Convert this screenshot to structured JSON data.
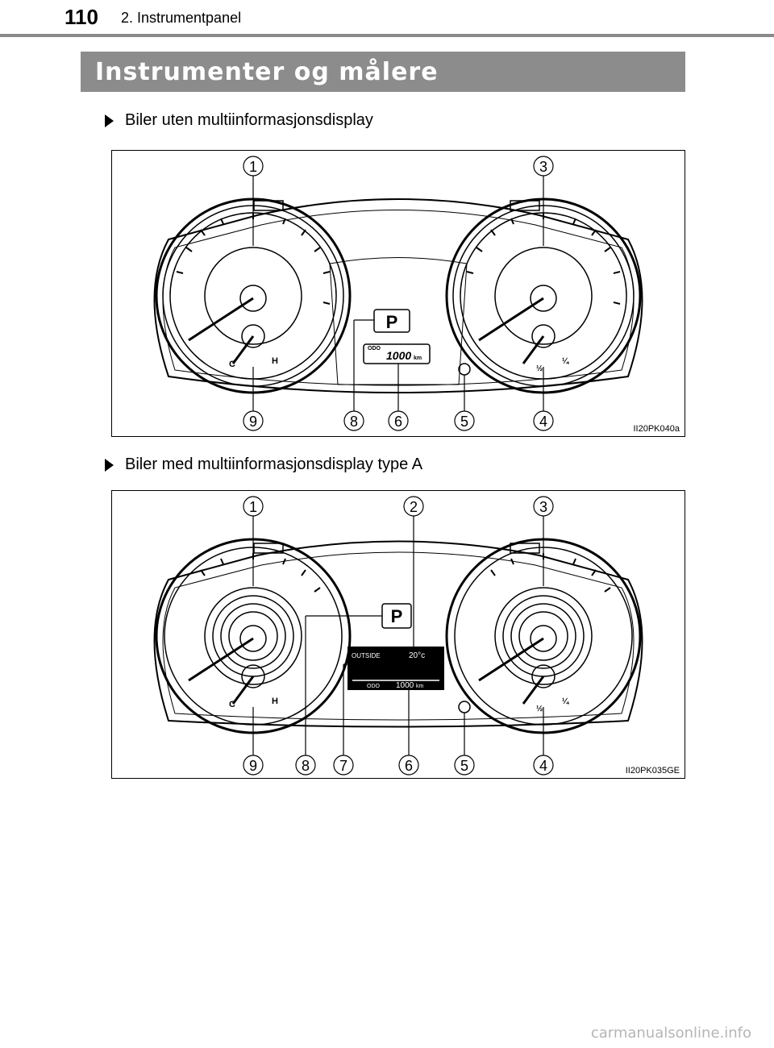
{
  "header": {
    "page_number": "110",
    "section": "2. Instrumentpanel"
  },
  "title": "Instrumenter og målere",
  "figure1": {
    "caption": "Biler uten multiinformasjonsdisplay",
    "code": "II20PK040a",
    "callouts_top": [
      "1",
      "3"
    ],
    "callouts_bottom": [
      "9",
      "8",
      "6",
      "5",
      "4"
    ],
    "odo_label": "ODO",
    "odo_value": "1000",
    "odo_unit": "km",
    "gear": "P",
    "temp_cold": "C",
    "temp_hot": "H",
    "fuel_half": "½",
    "fuel_full": "¼"
  },
  "figure2": {
    "caption": "Biler med multiinformasjonsdisplay type A",
    "code": "II20PK035GE",
    "callouts_top": [
      "1",
      "2",
      "3"
    ],
    "callouts_bottom": [
      "9",
      "8",
      "7",
      "6",
      "5",
      "4"
    ],
    "outside_label": "OUTSIDE",
    "outside_temp": "20°c",
    "odo_label": "ODO",
    "odo_value": "1000",
    "odo_unit": "km",
    "gear": "P",
    "temp_cold": "C",
    "temp_hot": "H",
    "fuel_half": "½",
    "fuel_full": "¼"
  },
  "footer": {
    "watermark": "carmanualsonline.info"
  }
}
